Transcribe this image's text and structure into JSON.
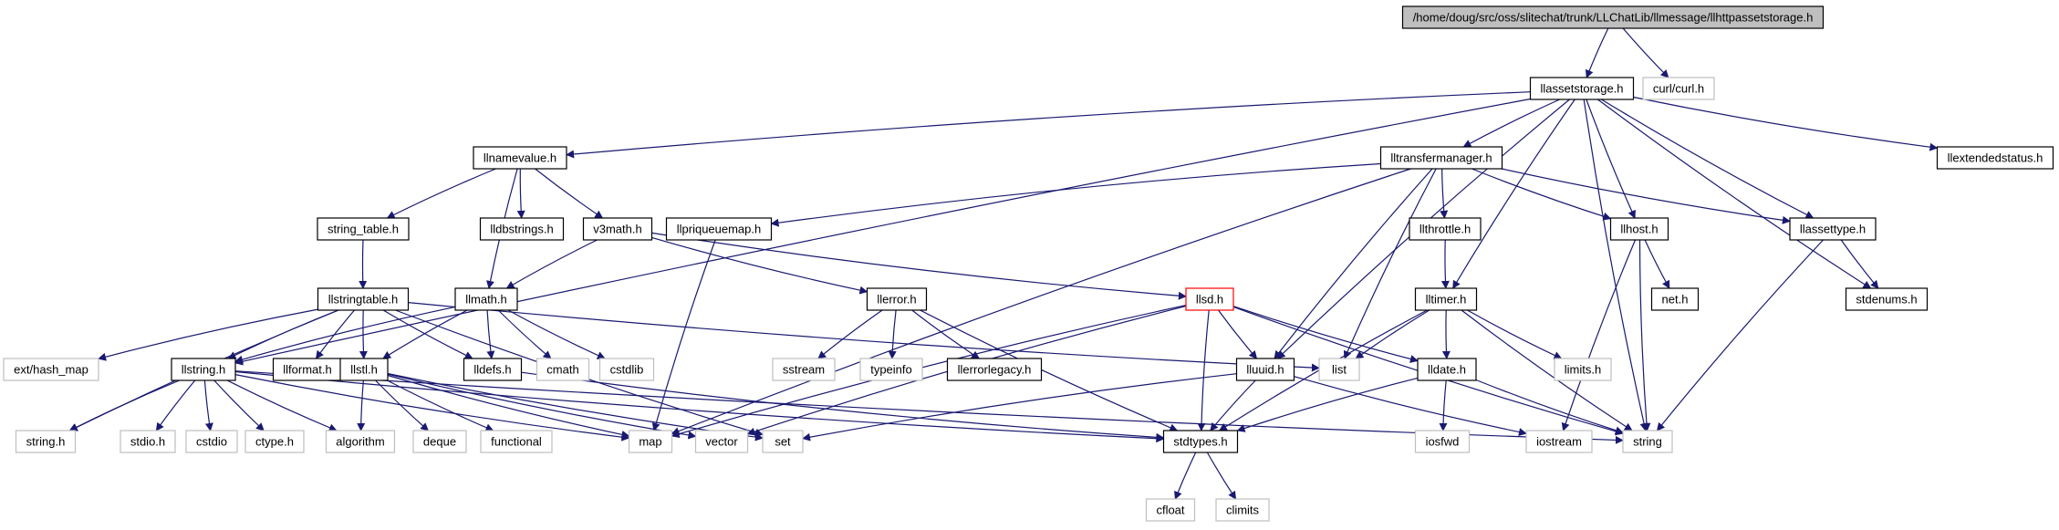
{
  "colors": {
    "edge": "#191970",
    "local_border": "#000000",
    "system_border": "#bfbfbf",
    "highlight_border": "#ff0000",
    "root_fill": "#bfbfbf",
    "node_fill": "#ffffff",
    "system_text": "#000000"
  },
  "nodes": [
    {
      "id": "root",
      "label": "/home/doug/src/oss/slitechat/trunk/LLChatLib/llmessage/llhttpassetstorage.h",
      "kind": "root"
    },
    {
      "id": "llassetstorage",
      "label": "llassetstorage.h",
      "kind": "local"
    },
    {
      "id": "curl",
      "label": "curl/curl.h",
      "kind": "system"
    },
    {
      "id": "llnamevalue",
      "label": "llnamevalue.h",
      "kind": "local"
    },
    {
      "id": "lltransfermanager",
      "label": "lltransfermanager.h",
      "kind": "local"
    },
    {
      "id": "llextendedstatus",
      "label": "llextendedstatus.h",
      "kind": "local"
    },
    {
      "id": "string_table",
      "label": "string_table.h",
      "kind": "local"
    },
    {
      "id": "lldbstrings",
      "label": "lldbstrings.h",
      "kind": "local"
    },
    {
      "id": "v3math",
      "label": "v3math.h",
      "kind": "local"
    },
    {
      "id": "llpriqueuemap",
      "label": "llpriqueuemap.h",
      "kind": "local"
    },
    {
      "id": "llthrottle",
      "label": "llthrottle.h",
      "kind": "local"
    },
    {
      "id": "llhost",
      "label": "llhost.h",
      "kind": "local"
    },
    {
      "id": "llassettype",
      "label": "llassettype.h",
      "kind": "local"
    },
    {
      "id": "llstringtable",
      "label": "llstringtable.h",
      "kind": "local"
    },
    {
      "id": "llmath",
      "label": "llmath.h",
      "kind": "local"
    },
    {
      "id": "llerror",
      "label": "llerror.h",
      "kind": "local"
    },
    {
      "id": "llsd",
      "label": "llsd.h",
      "kind": "highlight"
    },
    {
      "id": "lltimer",
      "label": "lltimer.h",
      "kind": "local"
    },
    {
      "id": "net",
      "label": "net.h",
      "kind": "local"
    },
    {
      "id": "stdenums",
      "label": "stdenums.h",
      "kind": "local"
    },
    {
      "id": "hash_map",
      "label": "ext/hash_map",
      "kind": "system"
    },
    {
      "id": "llstring",
      "label": "llstring.h",
      "kind": "local"
    },
    {
      "id": "llformat",
      "label": "llformat.h",
      "kind": "local"
    },
    {
      "id": "llstl",
      "label": "llstl.h",
      "kind": "local"
    },
    {
      "id": "lldefs",
      "label": "lldefs.h",
      "kind": "local"
    },
    {
      "id": "cmath",
      "label": "cmath",
      "kind": "system"
    },
    {
      "id": "cstdlib",
      "label": "cstdlib",
      "kind": "system"
    },
    {
      "id": "list",
      "label": "list",
      "kind": "system"
    },
    {
      "id": "sstream",
      "label": "sstream",
      "kind": "system"
    },
    {
      "id": "typeinfo",
      "label": "typeinfo",
      "kind": "system"
    },
    {
      "id": "llerrorlegacy",
      "label": "llerrorlegacy.h",
      "kind": "local"
    },
    {
      "id": "lluuid",
      "label": "lluuid.h",
      "kind": "local"
    },
    {
      "id": "lldate",
      "label": "lldate.h",
      "kind": "local"
    },
    {
      "id": "limits",
      "label": "limits.h",
      "kind": "system"
    },
    {
      "id": "string_h",
      "label": "string.h",
      "kind": "system"
    },
    {
      "id": "stdio_h",
      "label": "stdio.h",
      "kind": "system"
    },
    {
      "id": "cstdio",
      "label": "cstdio",
      "kind": "system"
    },
    {
      "id": "ctype_h",
      "label": "ctype.h",
      "kind": "system"
    },
    {
      "id": "algorithm",
      "label": "algorithm",
      "kind": "system"
    },
    {
      "id": "deque",
      "label": "deque",
      "kind": "system"
    },
    {
      "id": "functional",
      "label": "functional",
      "kind": "system"
    },
    {
      "id": "map",
      "label": "map",
      "kind": "system"
    },
    {
      "id": "vector",
      "label": "vector",
      "kind": "system"
    },
    {
      "id": "set",
      "label": "set",
      "kind": "system"
    },
    {
      "id": "stdtypes",
      "label": "stdtypes.h",
      "kind": "local"
    },
    {
      "id": "iosfwd",
      "label": "iosfwd",
      "kind": "system"
    },
    {
      "id": "iostream",
      "label": "iostream",
      "kind": "system"
    },
    {
      "id": "string",
      "label": "string",
      "kind": "system"
    },
    {
      "id": "cfloat",
      "label": "cfloat",
      "kind": "system"
    },
    {
      "id": "climits",
      "label": "climits",
      "kind": "system"
    }
  ],
  "edges": [
    [
      "root",
      "llassetstorage"
    ],
    [
      "root",
      "curl"
    ],
    [
      "llassetstorage",
      "llnamevalue"
    ],
    [
      "llassetstorage",
      "lltransfermanager"
    ],
    [
      "llassetstorage",
      "llextendedstatus"
    ],
    [
      "llassetstorage",
      "llstring"
    ],
    [
      "llassetstorage",
      "lluuid"
    ],
    [
      "llassetstorage",
      "lltimer"
    ],
    [
      "llassetstorage",
      "llhost"
    ],
    [
      "llassetstorage",
      "llassettype"
    ],
    [
      "llassetstorage",
      "stdenums"
    ],
    [
      "llassetstorage",
      "string"
    ],
    [
      "llnamevalue",
      "string_table"
    ],
    [
      "llnamevalue",
      "lldbstrings"
    ],
    [
      "llnamevalue",
      "v3math"
    ],
    [
      "llnamevalue",
      "llmath"
    ],
    [
      "lltransfermanager",
      "llpriqueuemap"
    ],
    [
      "lltransfermanager",
      "llthrottle"
    ],
    [
      "lltransfermanager",
      "llhost"
    ],
    [
      "lltransfermanager",
      "llassettype"
    ],
    [
      "lltransfermanager",
      "map"
    ],
    [
      "lltransfermanager",
      "lluuid"
    ],
    [
      "lltransfermanager",
      "list"
    ],
    [
      "string_table",
      "llstringtable"
    ],
    [
      "v3math",
      "llmath"
    ],
    [
      "v3math",
      "llerror"
    ],
    [
      "v3math",
      "llsd"
    ],
    [
      "llpriqueuemap",
      "map"
    ],
    [
      "llthrottle",
      "lltimer"
    ],
    [
      "llhost",
      "net"
    ],
    [
      "llhost",
      "string"
    ],
    [
      "llhost",
      "iostream"
    ],
    [
      "llassettype",
      "stdenums"
    ],
    [
      "llassettype",
      "string"
    ],
    [
      "llstringtable",
      "hash_map"
    ],
    [
      "llstringtable",
      "llstring"
    ],
    [
      "llstringtable",
      "llformat"
    ],
    [
      "llstringtable",
      "llstl"
    ],
    [
      "llstringtable",
      "lldefs"
    ],
    [
      "llstringtable",
      "list"
    ],
    [
      "llstringtable",
      "string_h"
    ],
    [
      "llstringtable",
      "set"
    ],
    [
      "llmath",
      "llstring"
    ],
    [
      "llmath",
      "llstl"
    ],
    [
      "llmath",
      "lldefs"
    ],
    [
      "llmath",
      "cmath"
    ],
    [
      "llmath",
      "cstdlib"
    ],
    [
      "llerror",
      "sstream"
    ],
    [
      "llerror",
      "typeinfo"
    ],
    [
      "llerror",
      "llerrorlegacy"
    ],
    [
      "llerror",
      "stdtypes"
    ],
    [
      "llsd",
      "lluuid"
    ],
    [
      "llsd",
      "lldate"
    ],
    [
      "llsd",
      "stdtypes"
    ],
    [
      "llsd",
      "map"
    ],
    [
      "llsd",
      "string"
    ],
    [
      "llsd",
      "vector"
    ],
    [
      "lltimer",
      "list"
    ],
    [
      "lltimer",
      "lldate"
    ],
    [
      "lltimer",
      "limits"
    ],
    [
      "lltimer",
      "string"
    ],
    [
      "lltimer",
      "stdtypes"
    ],
    [
      "llstring",
      "string_h"
    ],
    [
      "llstring",
      "stdio_h"
    ],
    [
      "llstring",
      "cstdio"
    ],
    [
      "llstring",
      "ctype_h"
    ],
    [
      "llstring",
      "algorithm"
    ],
    [
      "llstring",
      "map"
    ],
    [
      "llstring",
      "stdtypes"
    ],
    [
      "llstring",
      "string"
    ],
    [
      "llstl",
      "algorithm"
    ],
    [
      "llstl",
      "deque"
    ],
    [
      "llstl",
      "functional"
    ],
    [
      "llstl",
      "map"
    ],
    [
      "llstl",
      "vector"
    ],
    [
      "llstl",
      "set"
    ],
    [
      "lldefs",
      "stdtypes"
    ],
    [
      "lluuid",
      "stdtypes"
    ],
    [
      "lluuid",
      "iostream"
    ],
    [
      "lluuid",
      "set"
    ],
    [
      "lldate",
      "stdtypes"
    ],
    [
      "lldate",
      "iosfwd"
    ],
    [
      "lldate",
      "string"
    ],
    [
      "stdtypes",
      "cfloat"
    ],
    [
      "stdtypes",
      "climits"
    ]
  ]
}
